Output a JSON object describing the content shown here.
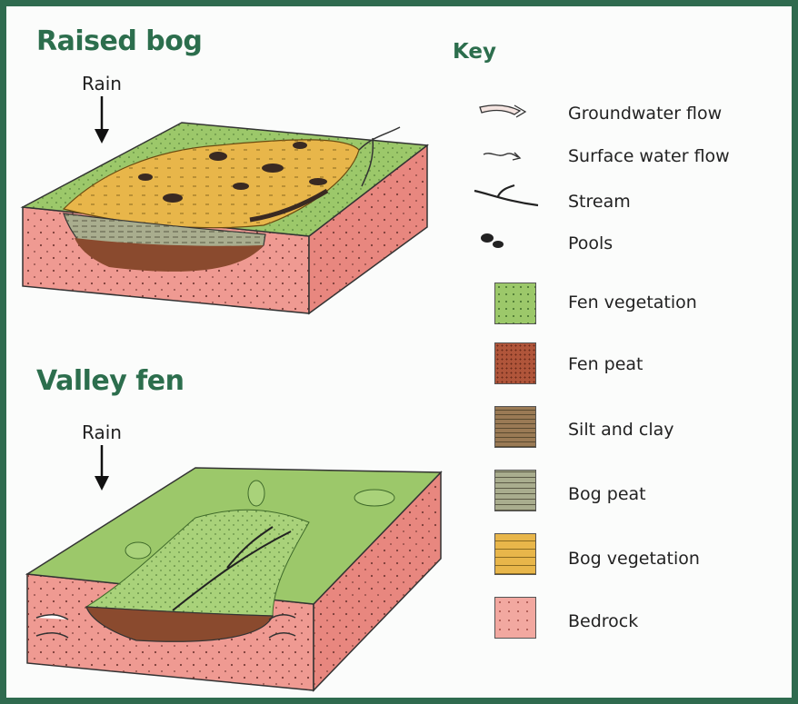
{
  "diagrams": [
    {
      "title": "Raised bog",
      "rain_label": "Rain"
    },
    {
      "title": "Valley fen",
      "rain_label": "Rain"
    }
  ],
  "key": {
    "title": "Key",
    "items": [
      {
        "label": "Groundwater flow",
        "icon": "groundwater-flow-arrow-icon"
      },
      {
        "label": "Surface water flow",
        "icon": "surface-water-flow-arrow-icon"
      },
      {
        "label": "Stream",
        "icon": "stream-icon"
      },
      {
        "label": "Pools",
        "icon": "pools-icon"
      },
      {
        "label": "Fen vegetation",
        "color": "#9cc86a"
      },
      {
        "label": "Fen peat",
        "color": "#b0553a"
      },
      {
        "label": "Silt and clay",
        "color": "#9a7a55"
      },
      {
        "label": "Bog peat",
        "color": "#a9ad8e"
      },
      {
        "label": "Bog vegetation",
        "color": "#e8b64a"
      },
      {
        "label": "Bedrock",
        "color": "#f2a8a0"
      }
    ]
  },
  "colors": {
    "frame": "#2f6b4f",
    "title": "#2c6e4d",
    "bedrock": "#ef9a92",
    "bedrock_dark": "#e07d76",
    "grass": "#9cc86a",
    "bog": "#e8b64a",
    "bog_peat": "#a9ad8e",
    "fen_peat": "#8a4a2e"
  }
}
